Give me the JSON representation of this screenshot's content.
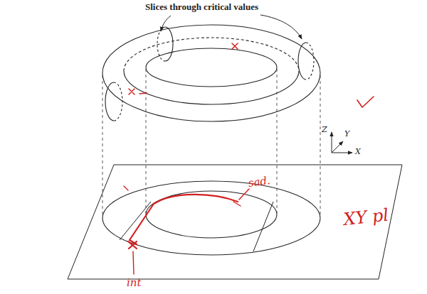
{
  "diagram": {
    "labels": [
      "Slices through critical values",
      "Z",
      "Y",
      "X",
      "sad.",
      "int",
      "XY pl"
    ]
  }
}
